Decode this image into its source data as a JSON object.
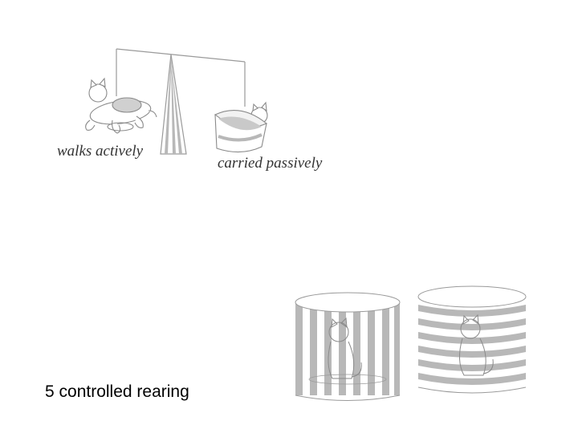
{
  "diagram": {
    "labels": {
      "walks_actively": "walks actively",
      "carried_passively": "carried passively"
    },
    "caption": "5 controlled rearing",
    "stripe_color": "#b8b8b8",
    "line_color": "#9a9a9a"
  }
}
